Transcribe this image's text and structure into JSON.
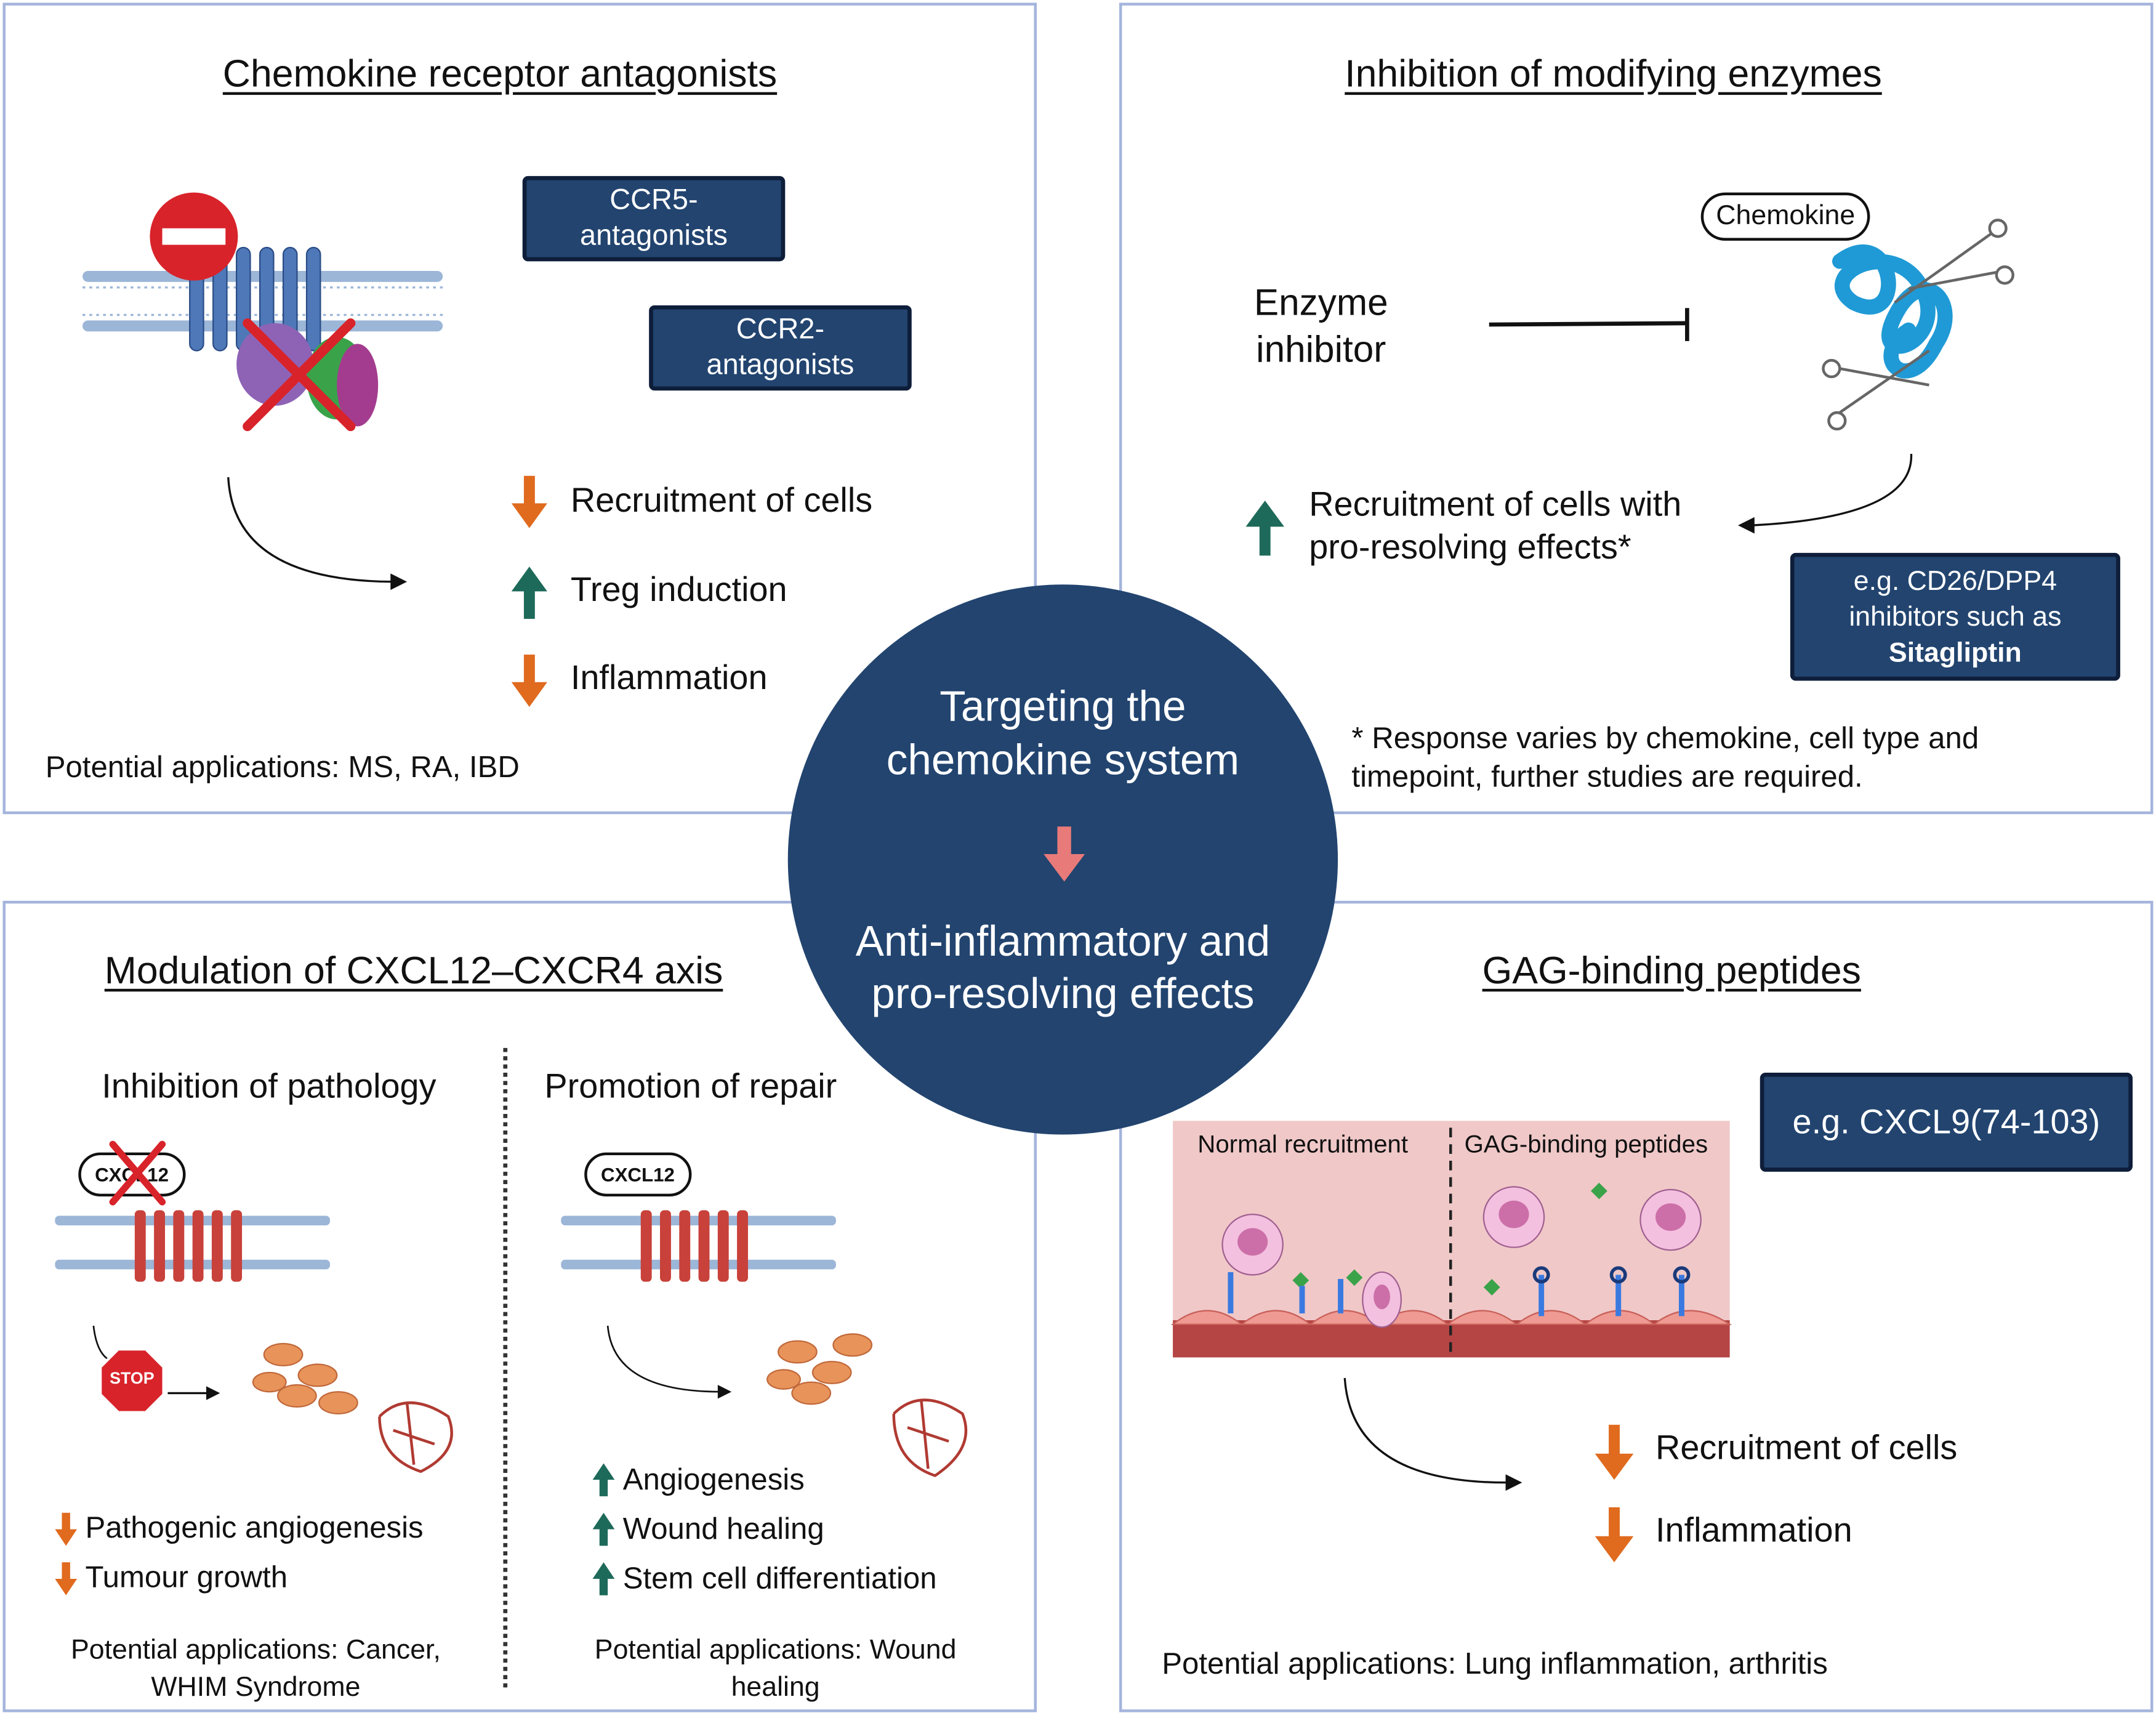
{
  "colors": {
    "panel_border": "#a4b4dc",
    "navy": "#22446f",
    "down_arrow": "#e06a1e",
    "up_arrow": "#1e6a5a",
    "center_arrow": "#e87a7a"
  },
  "center": {
    "line1": "Targeting the",
    "line2": "chemokine system",
    "line3": "Anti-inflammatory and",
    "line4": "pro-resolving effects"
  },
  "top_left": {
    "title": "Chemokine receptor antagonists",
    "boxes": [
      "CCR5-",
      "antagonists",
      "CCR2-",
      "antagonists"
    ],
    "effects": [
      {
        "dir": "down",
        "label": "Recruitment of cells"
      },
      {
        "dir": "up",
        "label": "Treg induction"
      },
      {
        "dir": "down",
        "label": "Inflammation"
      }
    ],
    "applications": "Potential applications: MS, RA, IBD"
  },
  "top_right": {
    "title": "Inhibition of modifying enzymes",
    "inhibitor": [
      "Enzyme",
      "inhibitor"
    ],
    "chemokine_label": "Chemokine",
    "effect": {
      "dir": "up",
      "lines": [
        "Recruitment of cells with",
        "pro-resolving effects*"
      ]
    },
    "example": [
      "e.g. CD26/DPP4",
      "inhibitors such as",
      "Sitagliptin"
    ],
    "footnote": [
      "* Response varies by chemokine, cell type and",
      "timepoint, further studies are required."
    ]
  },
  "bottom_left": {
    "title": "Modulation of CXCL12–CXCR4 axis",
    "left": {
      "heading": "Inhibition of pathology",
      "ligand": "CXCL12",
      "stop": "STOP",
      "effects": [
        {
          "dir": "down",
          "label": "Pathogenic angiogenesis"
        },
        {
          "dir": "down",
          "label": "Tumour growth"
        }
      ],
      "applications": [
        "Potential applications: Cancer,",
        "WHIM Syndrome"
      ]
    },
    "right": {
      "heading": "Promotion of repair",
      "ligand": "CXCL12",
      "effects": [
        {
          "dir": "up",
          "label": "Angiogenesis"
        },
        {
          "dir": "up",
          "label": "Wound healing"
        },
        {
          "dir": "up",
          "label": "Stem cell differentiation"
        }
      ],
      "applications": [
        "Potential applications: Wound",
        "healing"
      ]
    }
  },
  "bottom_right": {
    "title": "GAG-binding peptides",
    "example": "e.g. CXCL9(74-103)",
    "panel_labels": [
      "Normal recruitment",
      "GAG-binding peptides"
    ],
    "effects": [
      {
        "dir": "down",
        "label": "Recruitment of cells"
      },
      {
        "dir": "down",
        "label": "Inflammation"
      }
    ],
    "applications": "Potential applications: Lung inflammation, arthritis"
  }
}
